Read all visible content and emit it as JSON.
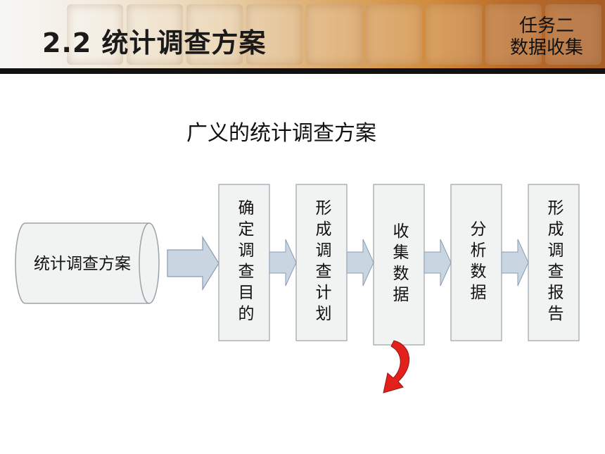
{
  "header": {
    "title": "2.2 统计调查方案",
    "section_label_line1": "任务二",
    "section_label_line2": "数据收集"
  },
  "diagram": {
    "title": "广义的统计调查方案",
    "source_label": "统计调查方案",
    "steps": [
      {
        "label": "确定调查目的"
      },
      {
        "label": "形成调查计划"
      },
      {
        "label": "收集数据"
      },
      {
        "label": "分析数据"
      },
      {
        "label": "形成调查报告"
      }
    ],
    "colors": {
      "box_fill": "#f1f2f2",
      "box_stroke": "#9aa3ab",
      "arrow_fill": "#c9d5e0",
      "arrow_stroke": "#8b9db0",
      "curl_arrow": "#e2211c"
    }
  }
}
